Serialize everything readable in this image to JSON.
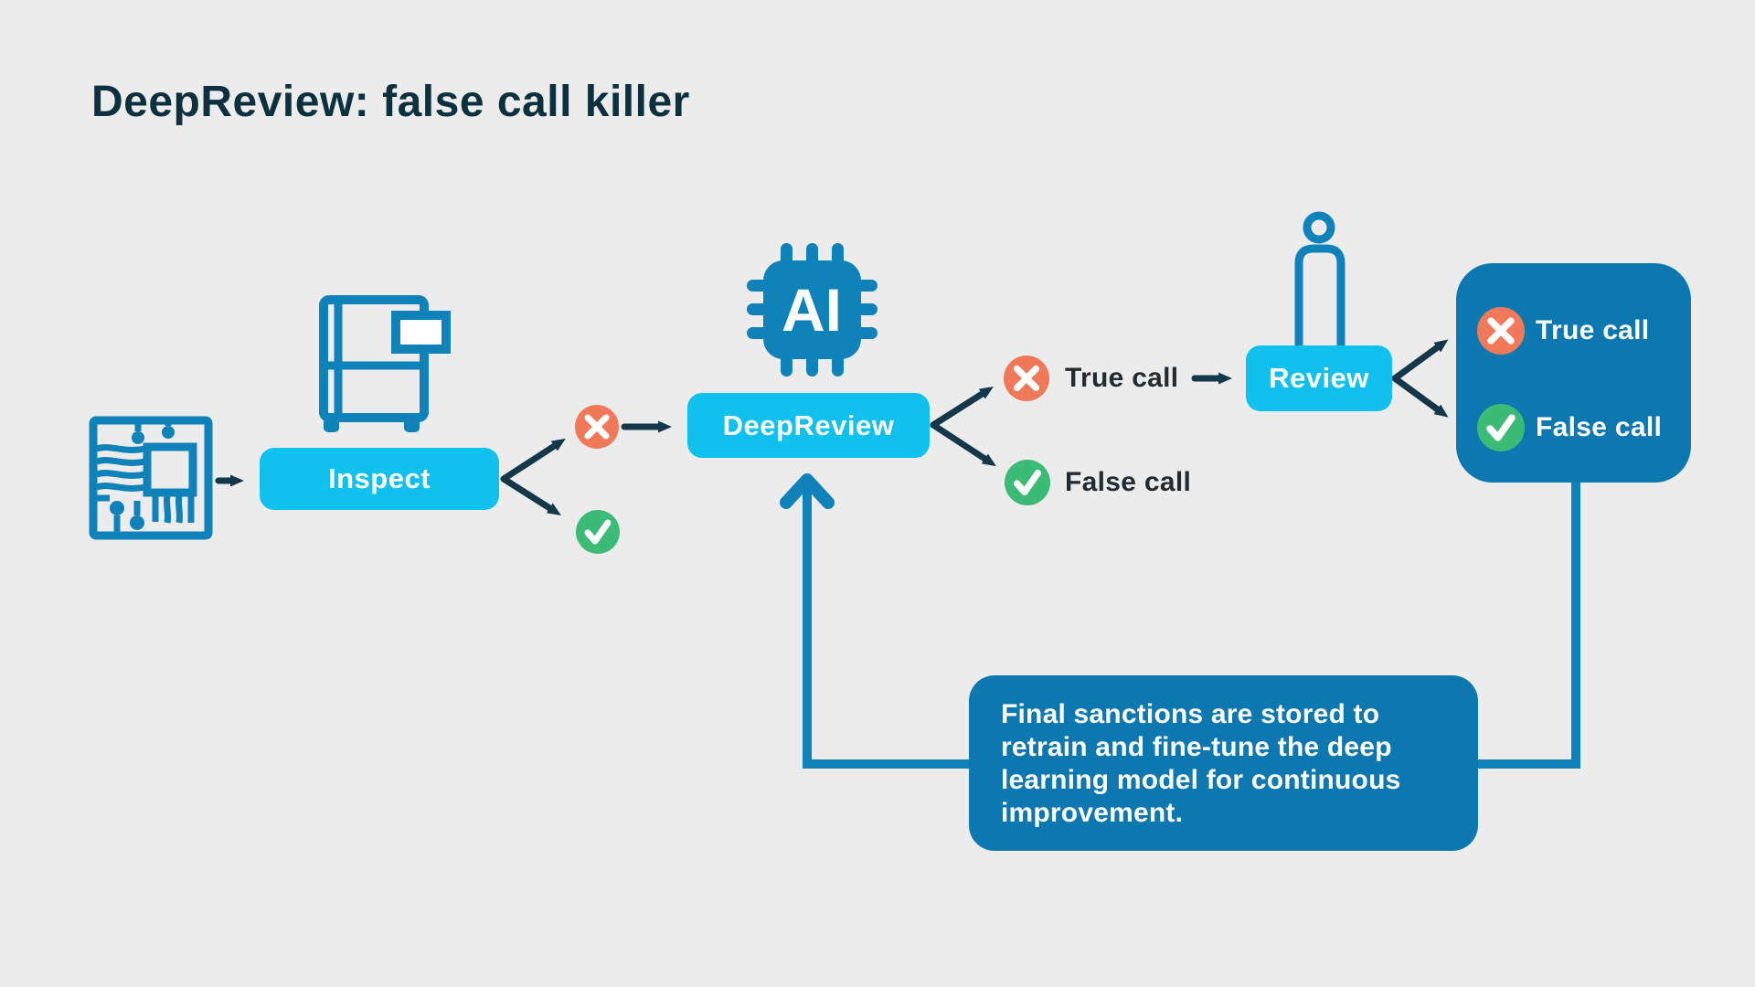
{
  "title": {
    "text": "DeepReview: false call killer"
  },
  "nodes": {
    "inspect": "Inspect",
    "deepreview": "DeepReview",
    "review": "Review"
  },
  "labels": {
    "ai_chip": "AI",
    "mid_true": "True call",
    "mid_false": "False call",
    "box_true": "True call",
    "box_false": "False call"
  },
  "note": {
    "lines": [
      "Final sanctions are stored to",
      "retrain and fine-tune the deep",
      "learning model for continuous",
      "improvement."
    ]
  },
  "colors": {
    "background": "#ececec",
    "cyan_button": "#0fc1ec",
    "blue_icon": "#0f82ba",
    "blue_box": "#0d78b0",
    "navy_arrow": "#14384a",
    "title_text": "#0d303f",
    "salmon_badge": "#f0795a",
    "green_badge": "#3cbb76"
  }
}
